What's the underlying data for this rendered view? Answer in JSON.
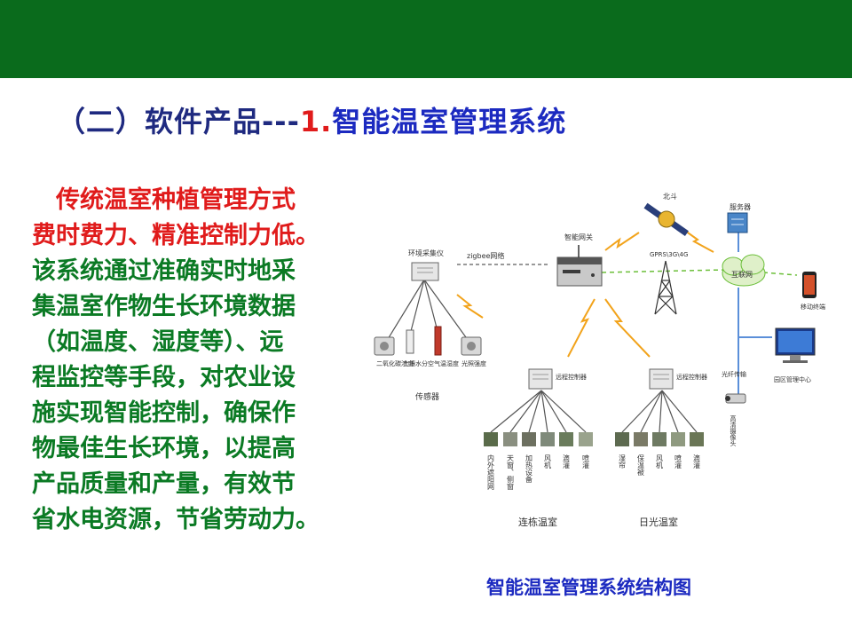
{
  "header": {
    "title_prefix": "（二）软件产品---",
    "title_number": "1.",
    "title_main": "智能温室管理系统"
  },
  "body": {
    "lines": [
      "传统温室种植管理方式",
      "费时费力、精准控制力低。",
      "该系统通过准确实时地采",
      "集温室作物生长环境数据",
      "（如温度、湿度等）、远",
      "程监控等手段，对农业设",
      "施实现智能控制，确保作",
      "物最佳生长环境，以提高",
      "产品质量和产量，有效节",
      "省水电资源，节省劳动力。"
    ]
  },
  "diagram": {
    "labels": {
      "beidou": "北斗",
      "server": "服务器",
      "env_collector": "环境采集仪",
      "zigbee": "zigbee网络",
      "smart_gateway": "智能网关",
      "network": "GPRS\\3G\\4G",
      "internet": "互联网",
      "mobile": "移动终端",
      "fiber": "光纤传输",
      "park_center": "园区管理中心",
      "sensor_co2": "二氧化碳浓度",
      "sensor_soil": "土壤水分",
      "sensor_air": "空气温湿度",
      "sensor_light": "光照强度",
      "sensors": "传感器",
      "remote_ctrl_1": "远程控制器",
      "remote_ctrl_2": "远程控制器",
      "hd_camera": "高清摄像头",
      "greenhouse_multi": "连栋温室",
      "greenhouse_sun": "日光温室",
      "devices_multi": [
        "内外遮阳网",
        "天窗、侧窗",
        "加热设备",
        "风机",
        "滴灌",
        "喷灌"
      ],
      "devices_sun": [
        "湿帘",
        "保温被",
        "风机",
        "喷灌",
        "滴灌"
      ]
    }
  },
  "caption": "智能温室管理系统结构图",
  "colors": {
    "top_bar": "#0a6b1c",
    "title_navy": "#1f2a80",
    "accent_red": "#e01b1b",
    "body_green": "#0b7a24",
    "caption_blue": "#1c2ac0"
  }
}
